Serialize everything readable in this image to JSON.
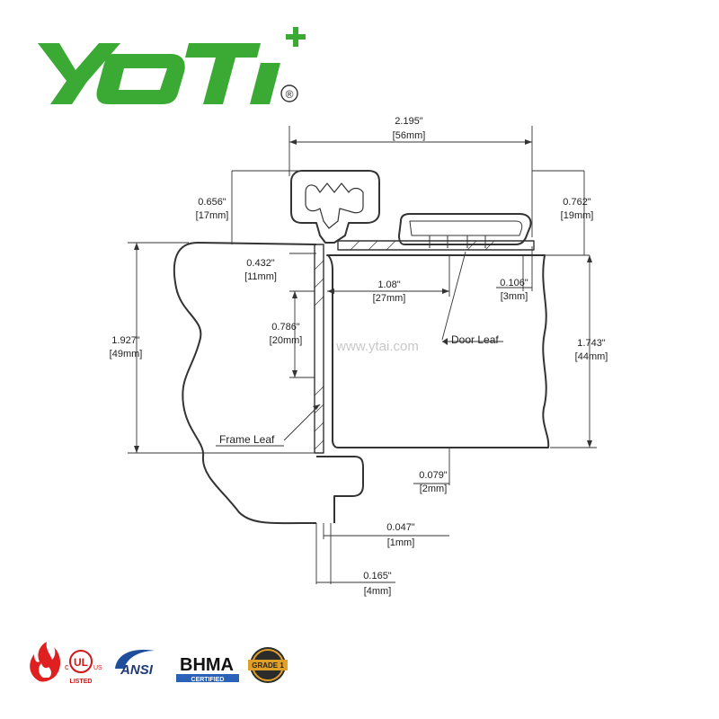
{
  "brand": {
    "name": "YOTI",
    "registered": "®",
    "color": "#3aaa35"
  },
  "watermark": "www.ytai.com",
  "dimensions": {
    "overall_width": {
      "inch": "2.195\"",
      "mm": "[56mm]"
    },
    "top_left": {
      "inch": "0.656\"",
      "mm": "[17mm]"
    },
    "top_right": {
      "inch": "0.762\"",
      "mm": "[19mm]"
    },
    "knuckle_offset": {
      "inch": "0.432\"",
      "mm": "[11mm]"
    },
    "inner_width": {
      "inch": "1.08\"",
      "mm": "[27mm]"
    },
    "door_gap": {
      "inch": "0.106\"",
      "mm": "[3mm]"
    },
    "hole_spacing": {
      "inch": "0.786\"",
      "mm": "[20mm]"
    },
    "frame_height": {
      "inch": "1.927\"",
      "mm": "[49mm]"
    },
    "door_height": {
      "inch": "1.743\"",
      "mm": "[44mm]"
    },
    "bottom_gap": {
      "inch": "0.079\"",
      "mm": "[2mm]"
    },
    "leaf_thickness": {
      "inch": "0.047\"",
      "mm": "[1mm]"
    },
    "total_thickness": {
      "inch": "0.165\"",
      "mm": "[4mm]"
    }
  },
  "callouts": {
    "door_leaf": "Door Leaf",
    "frame_leaf": "Frame Leaf"
  },
  "certifications": {
    "ul_c": "c",
    "ul": "UL",
    "ul_us": "US",
    "ul_listed": "LISTED",
    "ansi": "ANSI",
    "bhma": "BHMA",
    "bhma_sub": "CERTIFIED",
    "grade": "GRADE 1"
  }
}
